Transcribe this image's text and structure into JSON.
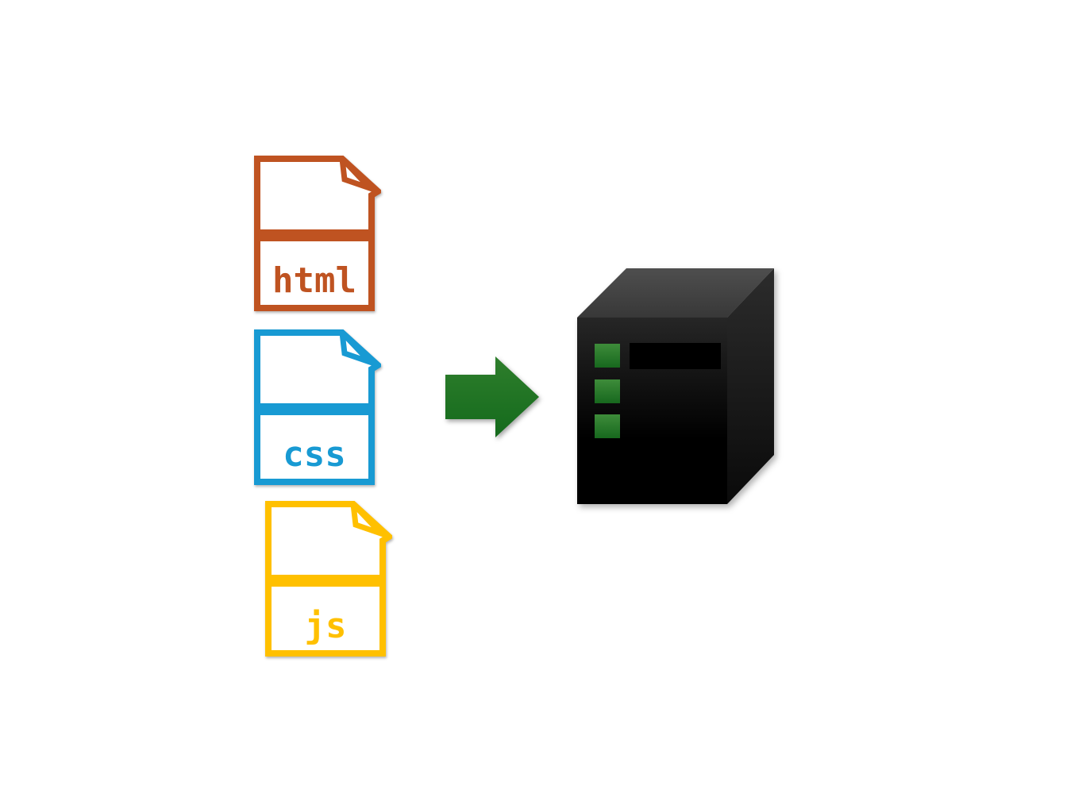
{
  "canvas": {
    "background": "#FFFFFF"
  },
  "files": [
    {
      "id": "html",
      "label": "html",
      "color": "#BF5321"
    },
    {
      "id": "css",
      "label": "css",
      "color": "#189AD3"
    },
    {
      "id": "js",
      "label": "js",
      "color": "#FFC000"
    }
  ],
  "arrow": {
    "direction": "right",
    "color_top": "#2E7E2C",
    "color_bottom": "#146A1C"
  },
  "server": {
    "top_color_light": "#4E4E4E",
    "top_color_dark": "#383838",
    "front_color_light": "#262626",
    "front_color_dark": "#000000",
    "side_color_light": "#2C2C2C",
    "side_color_dark": "#0A0A0A",
    "slot_color": "#000000",
    "led_count": 3,
    "led_color_light": "#3E8C3A",
    "led_color_dark": "#17681E"
  }
}
